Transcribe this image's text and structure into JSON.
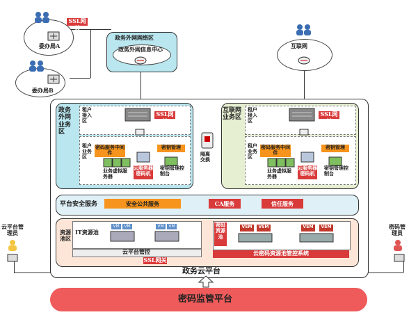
{
  "top": {
    "ssl_gateway_top": "SSL网关",
    "bureau_a": "委办局A",
    "bureau_b": "委办局B",
    "gov_extranet_zone": "政务外网网络区",
    "gov_extranet_center": "政务外网信息中心",
    "internet": "互联网"
  },
  "left_zone": {
    "title": "政务外网业务区",
    "tenant_access": "租户接入区",
    "tenant_business": "租户业务区",
    "ssl_gateway": "SSL网关",
    "crypto_middleware": "密码服务中间件",
    "crypto_mgmt": "密钥管理",
    "biz_vm_server": "业务虚拟服务器",
    "cloud_crypto_machine": "云服务器密码机",
    "crypto_mgmt_console": "密钥管理控制台"
  },
  "isolation": "隔离交换",
  "right_zone": {
    "title": "互联网业务区",
    "tenant_access": "租户接入区",
    "tenant_business": "租户业务区",
    "ssl_gateway": "SSL网关",
    "crypto_middleware": "密码服务中间件",
    "crypto_mgmt": "密钥管理",
    "biz_vm_server": "业务虚拟服务器",
    "cloud_crypto_machine": "云服务器密码机",
    "crypto_mgmt_console": "密钥管理控制台"
  },
  "platform_security": {
    "label": "平台安全服务",
    "public_service": "安全公共服务",
    "ca_service": "CA服务",
    "trust_service": "信任服务"
  },
  "resource": {
    "pool_label": "资源池区",
    "it_pool": "IT资源池",
    "vm": "VM",
    "cloud_platform_mgmt": "云平台管控",
    "ssl_gateway": "SSL网关",
    "crypto_pool": "密码资源池",
    "vsm": "VSM",
    "crypto_pool_mgmt": "云密码资源池管控系统"
  },
  "admins": {
    "cloud_admin": "云平台管理员",
    "crypto_admin": "密码管理员"
  },
  "platform_title": "政务云平台",
  "supervision": "密码监管平台",
  "colors": {
    "red": "#d93a3a",
    "orange": "#f7941d",
    "cyan_zone": "#b9e6ef",
    "green_zone": "#e6efd2",
    "platform_sec_bg": "#dff0f6",
    "resource_bg": "#fde6d8",
    "supervision_bg": "#ef5b5b"
  }
}
